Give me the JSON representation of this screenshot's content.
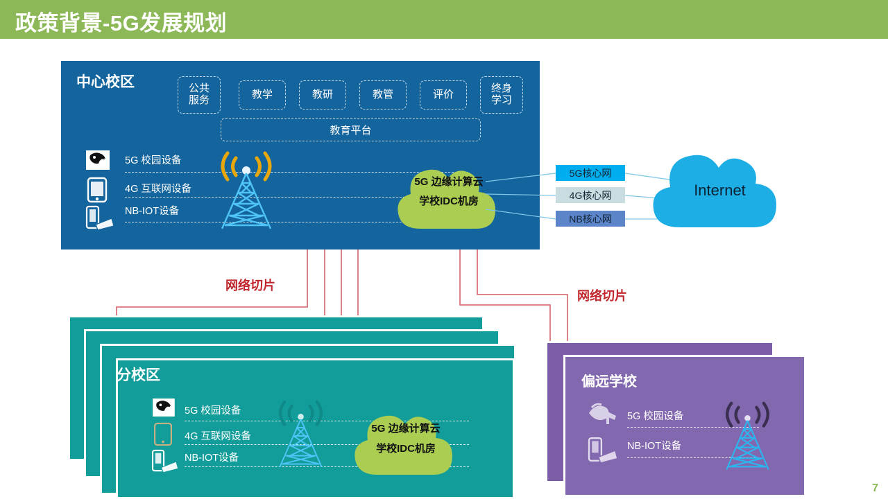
{
  "header": {
    "title": "政策背景-5G发展规划",
    "bar_color": "#8CB857"
  },
  "page_number": "7",
  "central": {
    "title": "中心校区",
    "panel_color": "#14659E",
    "chips": [
      {
        "label": "公共\n服务",
        "line1": "公共",
        "line2": "服务"
      },
      {
        "label": "教学",
        "line1": "教学",
        "line2": ""
      },
      {
        "label": "教研",
        "line1": "教研",
        "line2": ""
      },
      {
        "label": "教管",
        "line1": "教管",
        "line2": ""
      },
      {
        "label": "评价",
        "line1": "评价",
        "line2": ""
      },
      {
        "label": "终身\n学习",
        "line1": "终身",
        "line2": "学习"
      }
    ],
    "platform_chip": "教育平台",
    "devices": [
      {
        "label": "5G 校园设备",
        "icon": "vr-headset-icon"
      },
      {
        "label": "4G 互联网设备",
        "icon": "smartphone-icon"
      },
      {
        "label": "NB-IOT设备",
        "icon": "tablet-phone-icon"
      }
    ],
    "tower_icon": "cell-tower-icon",
    "cloud": {
      "line1": "5G 边缘计算云",
      "line2": "学校IDC机房",
      "color": "#AACD52"
    }
  },
  "core_networks": [
    {
      "label": "5G核心网",
      "color": "#00AEEF",
      "text_color": "#10324C"
    },
    {
      "label": "4G核心网",
      "color": "#C9DCDF",
      "text_color": "#10324C"
    },
    {
      "label": "NB核心网",
      "color": "#5B85C8",
      "text_color": "#10324C"
    }
  ],
  "internet": {
    "label": "Internet",
    "color": "#1CAEE4"
  },
  "slices": [
    {
      "label": "网络切片",
      "color": "#C0262C"
    },
    {
      "label": "网络切片",
      "color": "#C0262C"
    }
  ],
  "branch": {
    "title": "分校区",
    "panel_color": "#129D9B",
    "devices": [
      {
        "label": "5G 校园设备",
        "icon": "vr-headset-icon"
      },
      {
        "label": "4G 互联网设备",
        "icon": "smartphone-icon"
      },
      {
        "label": "NB-IOT设备",
        "icon": "tablet-phone-icon"
      }
    ],
    "tower_icon": "cell-tower-icon",
    "cloud": {
      "line1": "5G 边缘计算云",
      "line2": "学校IDC机房",
      "color": "#AACD52"
    }
  },
  "remote": {
    "title": "偏远学校",
    "panel_color": "#8268AE",
    "devices": [
      {
        "label": "5G 校园设备",
        "icon": "security-camera-icon"
      },
      {
        "label": "NB-IOT设备",
        "icon": "tablet-phone-icon"
      }
    ],
    "tower_icon": "cell-tower-icon"
  }
}
